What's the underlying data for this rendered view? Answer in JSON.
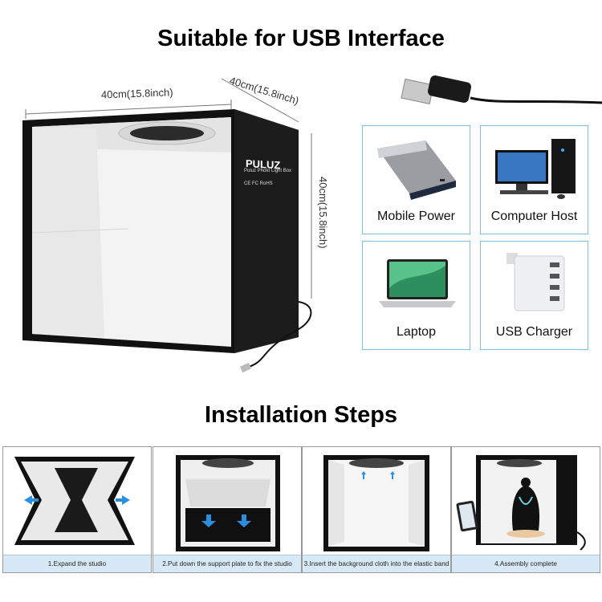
{
  "heading": "Suitable for USB Interface",
  "dimensions": {
    "width": "40cm(15.8inch)",
    "depth": "40cm(15.8inch)",
    "height": "40cm(15.8inch)"
  },
  "product": {
    "brand": "PULUZ",
    "model": "Puluz Photo Light Box",
    "certs": "CE FC RoHS"
  },
  "devices": [
    {
      "label": "Mobile Power",
      "icon": "power-bank-icon"
    },
    {
      "label": "Computer Host",
      "icon": "desktop-computer-icon"
    },
    {
      "label": "Laptop",
      "icon": "laptop-icon"
    },
    {
      "label": "USB Charger",
      "icon": "usb-charger-icon"
    }
  ],
  "installation_heading": "Installation Steps",
  "steps": [
    {
      "caption": "1.Expand the studio"
    },
    {
      "caption": "2.Put down the support plate to fix the studio"
    },
    {
      "caption": "3.Insert the background cloth into the elastic band"
    },
    {
      "caption": "4.Assembly complete"
    }
  ],
  "colors": {
    "card_border": "#7dbfdc",
    "caption_bg": "#d7e9f6",
    "arrow_blue": "#2a8fe0",
    "box_black": "#111111"
  }
}
